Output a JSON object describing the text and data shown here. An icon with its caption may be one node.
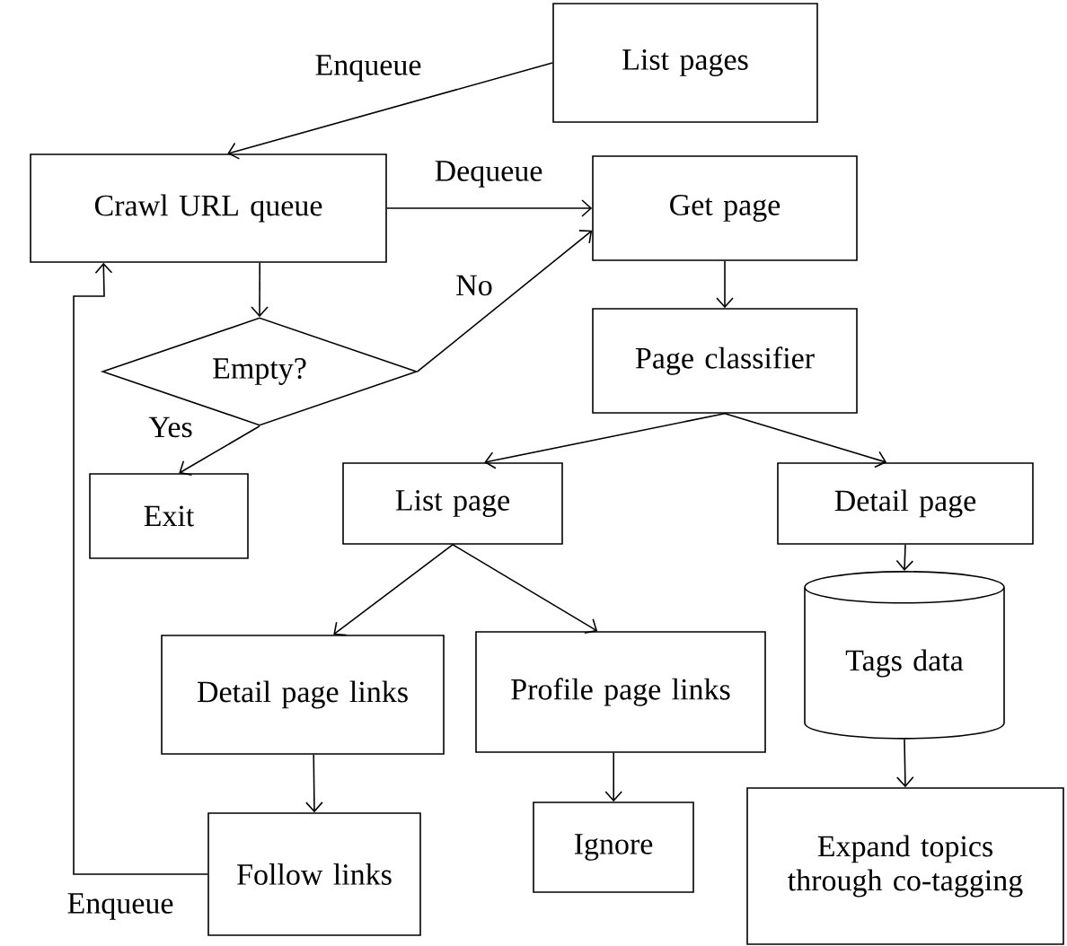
{
  "diagram": {
    "nodes": [
      {
        "text": [
          "List pages"
        ]
      },
      {
        "text": [
          "Crawl URL queue"
        ]
      },
      {
        "text": [
          "Get page"
        ]
      },
      {
        "text": [
          "Empty?"
        ]
      },
      {
        "text": [
          "Page classifier"
        ]
      },
      {
        "text": [
          "Exit"
        ]
      },
      {
        "text": [
          "List page"
        ]
      },
      {
        "text": [
          "Detail page"
        ]
      },
      {
        "text": [
          "Detail page links"
        ]
      },
      {
        "text": [
          "Profile page links"
        ]
      },
      {
        "text": [
          "Tags data"
        ]
      },
      {
        "text": [
          "Follow links"
        ]
      },
      {
        "text": [
          "Ignore"
        ]
      },
      {
        "text": [
          "Expand topics through co-tagging"
        ]
      }
    ],
    "edges": [
      {
        "from": 0,
        "to": 1,
        "arrow": "to",
        "label": "Enqueue"
      },
      {
        "from": 1,
        "to": 2,
        "arrow": "to",
        "label": "Dequeue"
      },
      {
        "from": 1,
        "to": 3,
        "arrow": "to"
      },
      {
        "from": 3,
        "to": 2,
        "arrow": "to",
        "label": "No"
      },
      {
        "from": 3,
        "to": 5,
        "arrow": "to",
        "label": "Yes"
      },
      {
        "from": 2,
        "to": 4,
        "arrow": "to"
      },
      {
        "from": 4,
        "to": 6,
        "arrow": "to"
      },
      {
        "from": 4,
        "to": 7,
        "arrow": "to"
      },
      {
        "from": 6,
        "to": 8,
        "arrow": "to"
      },
      {
        "from": 6,
        "to": 9,
        "arrow": "to"
      },
      {
        "from": 7,
        "to": 10,
        "arrow": "to"
      },
      {
        "from": 10,
        "to": 13,
        "arrow": "to"
      },
      {
        "from": 8,
        "to": 11,
        "arrow": "to"
      },
      {
        "from": 9,
        "to": 12,
        "arrow": "to"
      },
      {
        "from": 11,
        "to": 1,
        "arrow": "to",
        "label": "Enqueue"
      }
    ]
  }
}
